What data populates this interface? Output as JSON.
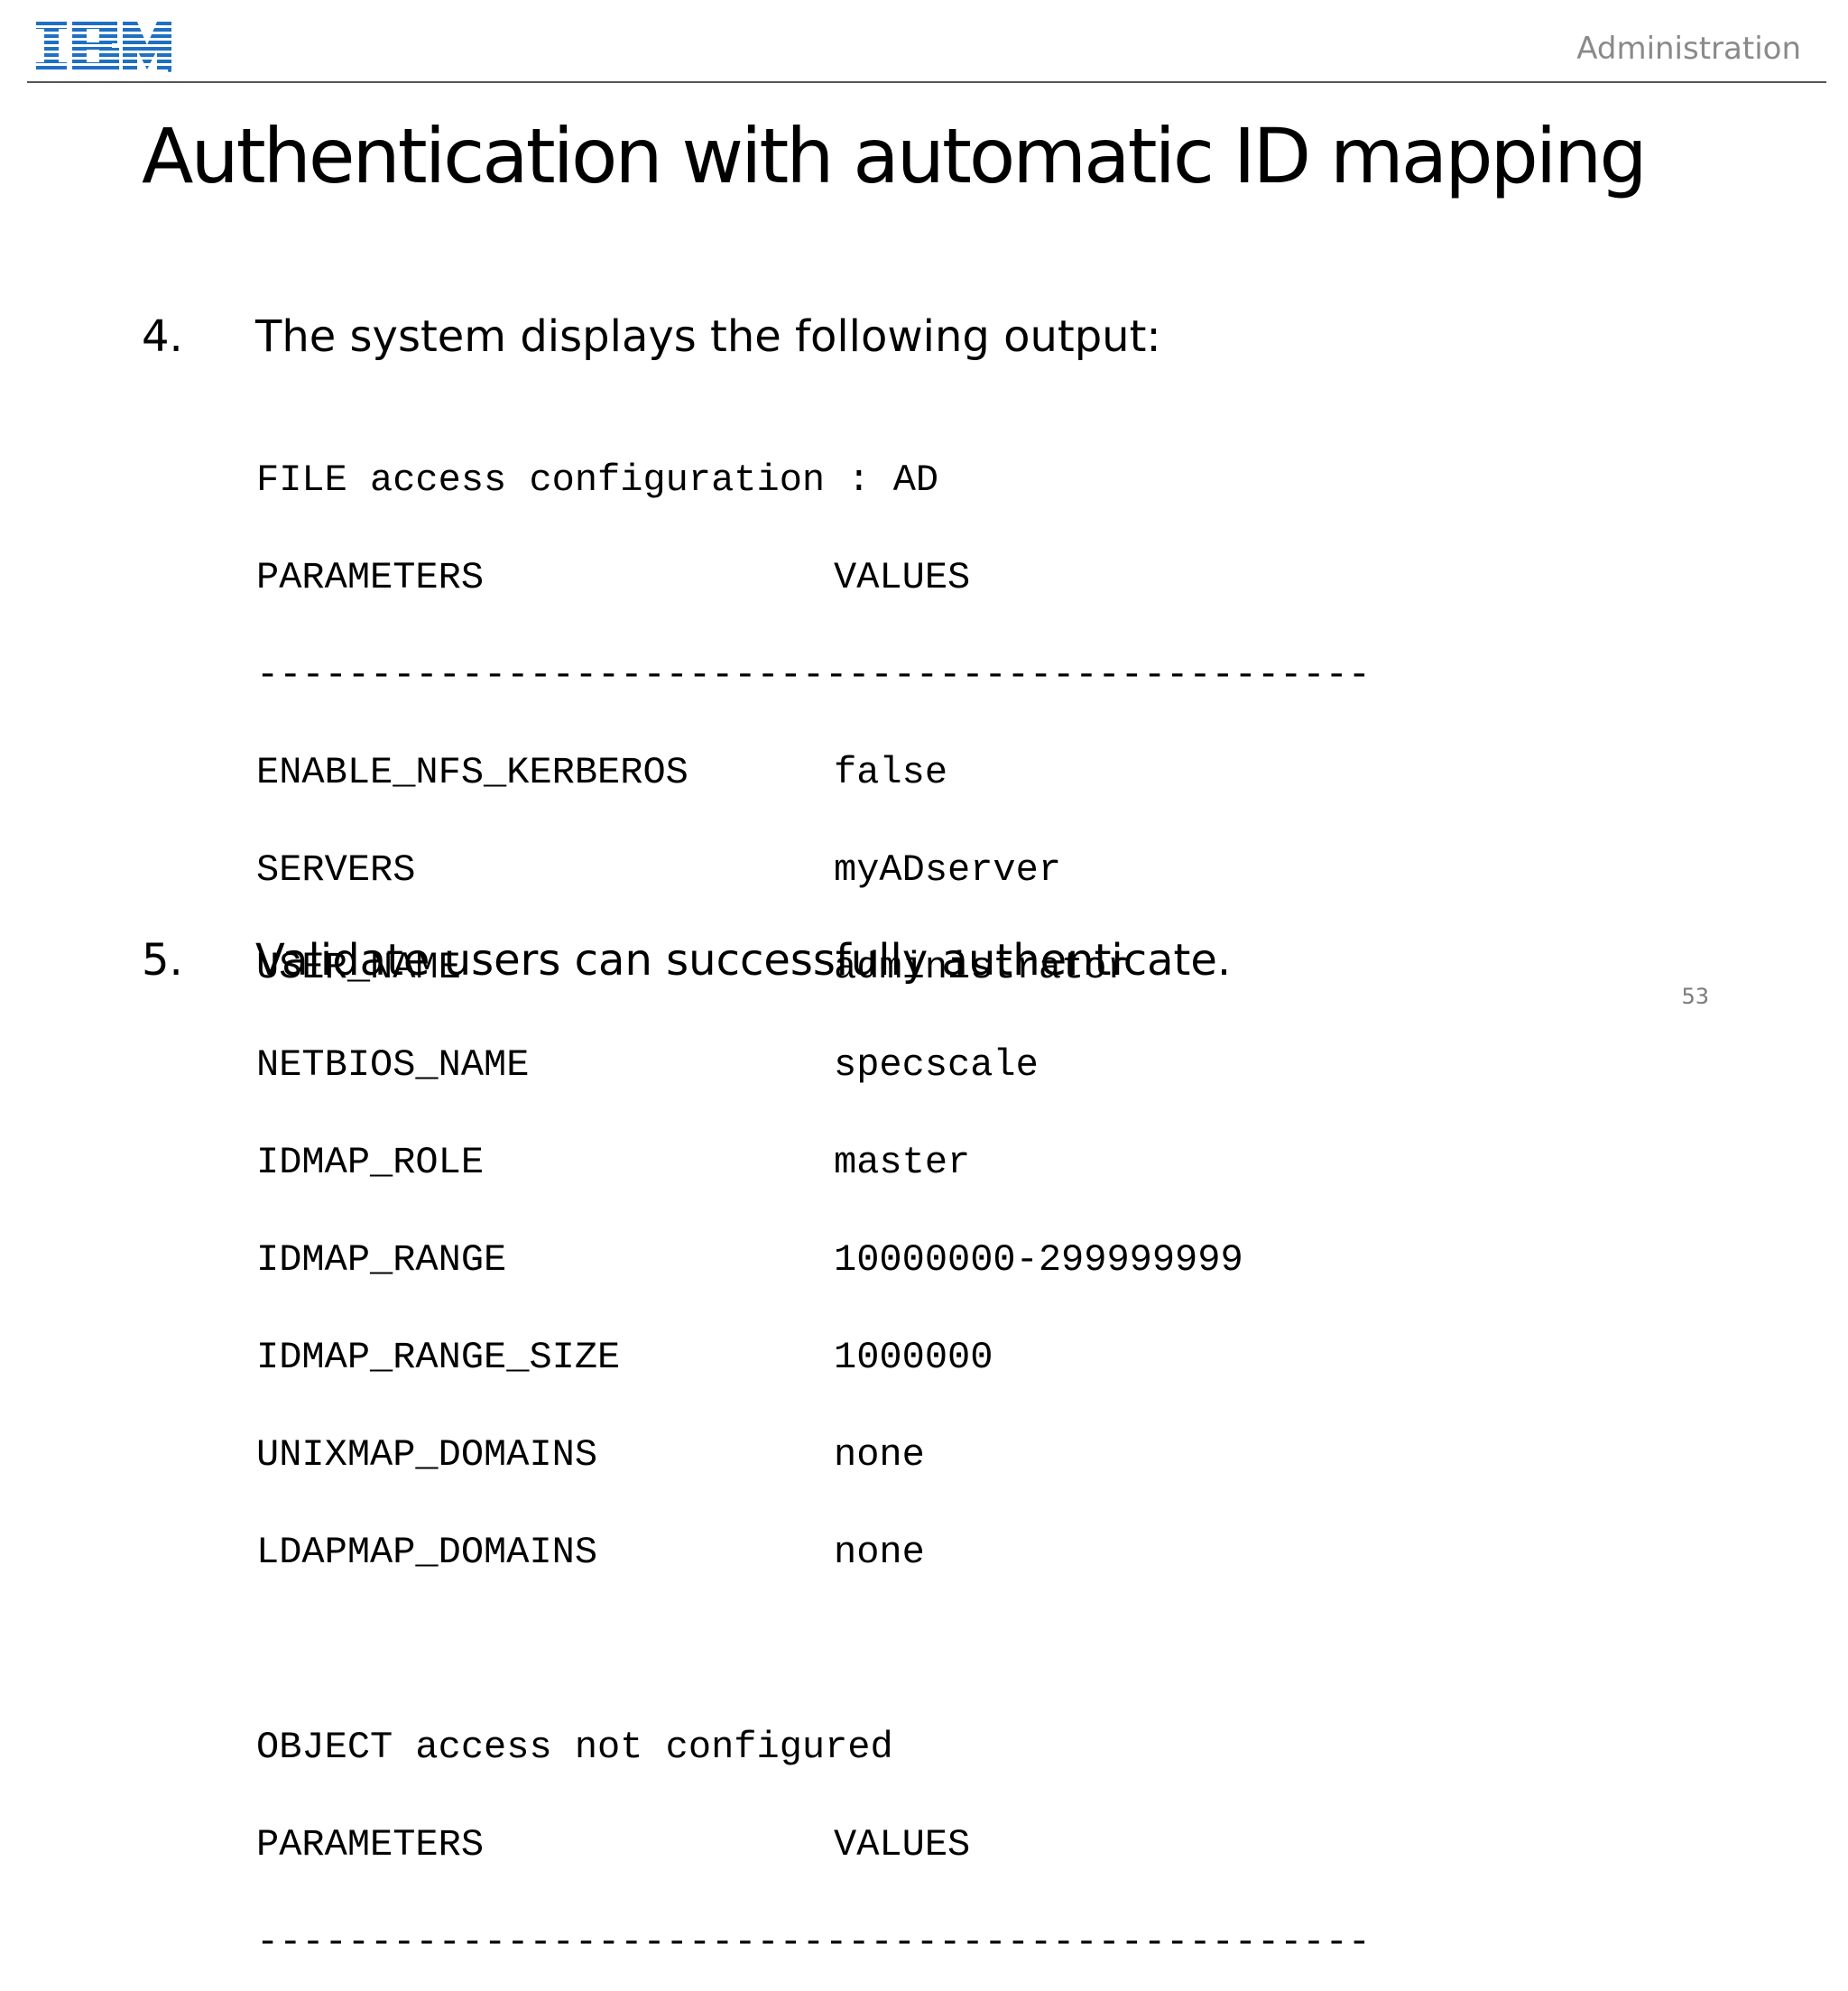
{
  "header": {
    "logo_text": "IBM",
    "section": "Administration"
  },
  "title": "Authentication with automatic ID mapping",
  "steps": [
    {
      "number": "4.",
      "text": "The system displays the following output:"
    },
    {
      "number": "5.",
      "text": "Validate users can successfully authenticate."
    }
  ],
  "console": {
    "file_heading": "FILE access configuration : AD",
    "param_header": "PARAMETERS",
    "values_header": "VALUES",
    "separator": "-------------------------------------------------",
    "rows": [
      {
        "param": "ENABLE_NFS_KERBEROS",
        "value": "false"
      },
      {
        "param": "SERVERS",
        "value": "myADserver"
      },
      {
        "param": "USER_NAME",
        "value": "administrator"
      },
      {
        "param": "NETBIOS_NAME",
        "value": "specscale"
      },
      {
        "param": "IDMAP_ROLE",
        "value": "master"
      },
      {
        "param": "IDMAP_RANGE",
        "value": "10000000-299999999"
      },
      {
        "param": "IDMAP_RANGE_SIZE",
        "value": "1000000"
      },
      {
        "param": "UNIXMAP_DOMAINS",
        "value": "none"
      },
      {
        "param": "LDAPMAP_DOMAINS",
        "value": "none"
      }
    ],
    "object_heading": "OBJECT access not configured",
    "param_header_2": "PARAMETERS",
    "values_header_2": "VALUES",
    "separator_2": "-------------------------------------------------"
  },
  "page_number": "53",
  "colors": {
    "logo_blue": "#1f70c1",
    "muted_text": "#8a8a8a",
    "rule": "#555555"
  }
}
